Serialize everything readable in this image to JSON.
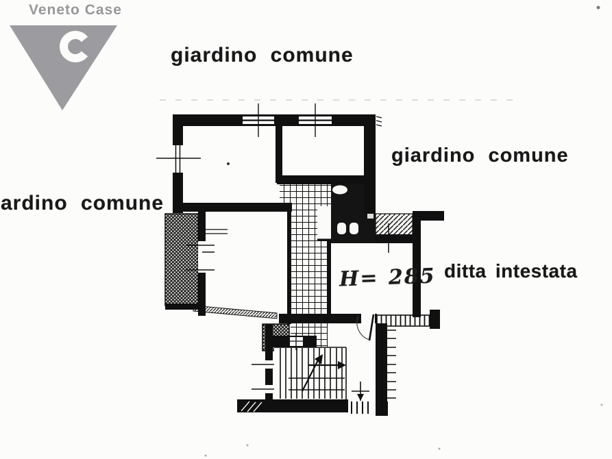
{
  "scan": {
    "background": "#fcfcfa",
    "ink_color": "#101010"
  },
  "watermark": {
    "brand": "Veneto Case",
    "triangle_color": "#9c9ca0"
  },
  "plan_labels": {
    "garden_top": "giardino comune",
    "garden_right": "giardino comune",
    "garden_left_partial": "ardino comune",
    "owner_note": "ditta intestata",
    "height_note": "H= 285"
  }
}
